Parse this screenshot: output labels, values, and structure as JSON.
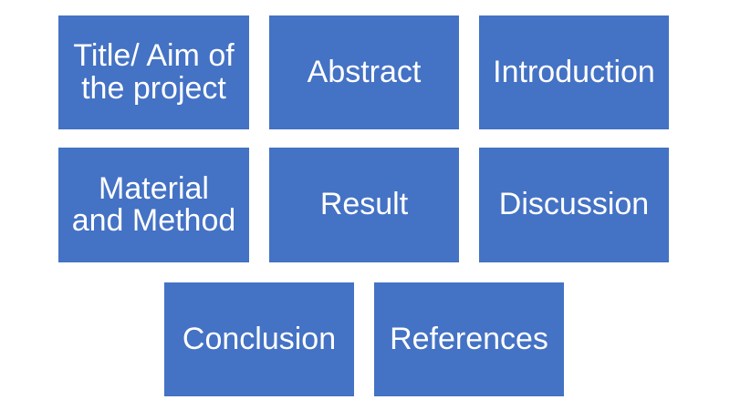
{
  "diagram": {
    "description": "Project report structure diagram with eight blue blocks",
    "colors": {
      "box_fill": "#4472C4",
      "box_text": "#FFFFFF",
      "background": "#FFFFFF"
    },
    "boxes": [
      {
        "label": "Title/ Aim of\nthe project"
      },
      {
        "label": "Abstract"
      },
      {
        "label": "Introduction"
      },
      {
        "label": "Material\nand Method"
      },
      {
        "label": "Result"
      },
      {
        "label": "Discussion"
      },
      {
        "label": "Conclusion"
      },
      {
        "label": "References"
      }
    ]
  }
}
